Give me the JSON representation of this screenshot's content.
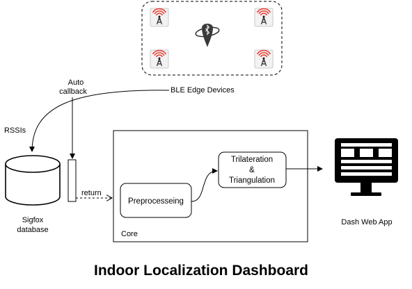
{
  "title": "Indoor Localization Dashboard",
  "labels": {
    "auto_callback": [
      "Auto",
      "callback"
    ],
    "ble_edge_devices": "BLE Edge Devices",
    "rssis": "RSSIs",
    "sigfox_database": [
      "Sigfox",
      "database"
    ],
    "return": "return",
    "preprocessing": "Preprocesseing",
    "trilateration": [
      "Trilateration",
      "&",
      "Triangulation"
    ],
    "core": "Core",
    "dash_web_app": "Dash Web App"
  },
  "icons": {
    "beacon": "ble-beacon-tower-icon",
    "bluetooth_tag": "bluetooth-tag-icon",
    "database": "database-cylinder-icon",
    "monitor": "monitor-dashboard-icon"
  },
  "colors": {
    "stroke": "#000000",
    "beacon_signal": "#e8433a",
    "beacon_bg": "#f2f2f2",
    "monitor": "#000000"
  }
}
